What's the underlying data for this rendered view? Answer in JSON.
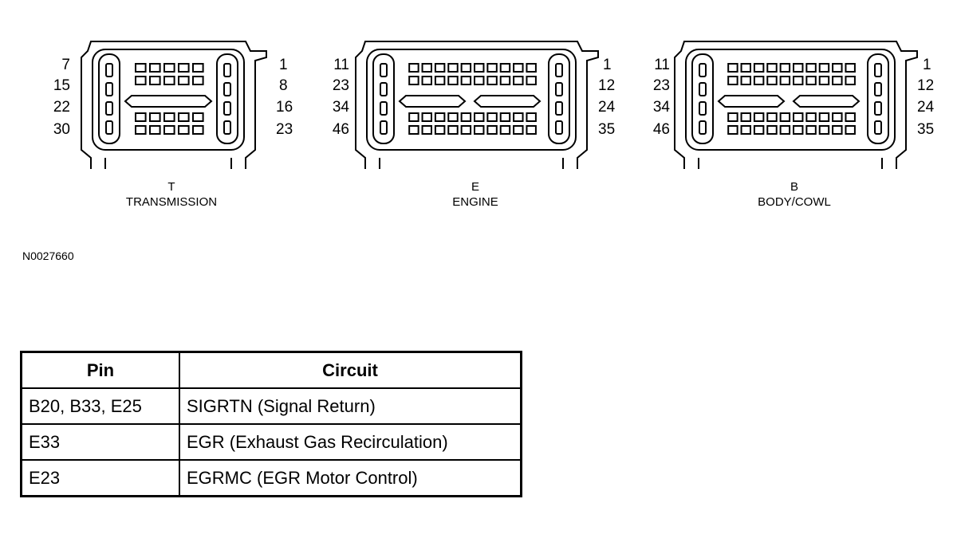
{
  "connectors": [
    {
      "id": "T",
      "letter": "T",
      "name": "TRANSMISSION",
      "left_pins": [
        "7",
        "15",
        "22",
        "30"
      ],
      "right_pins": [
        "1",
        "8",
        "16",
        "23"
      ]
    },
    {
      "id": "E",
      "letter": "E",
      "name": "ENGINE",
      "left_pins": [
        "11",
        "23",
        "34",
        "46"
      ],
      "right_pins": [
        "1",
        "12",
        "24",
        "35"
      ]
    },
    {
      "id": "B",
      "letter": "B",
      "name": "BODY/COWL",
      "left_pins": [
        "11",
        "23",
        "34",
        "46"
      ],
      "right_pins": [
        "1",
        "12",
        "24",
        "35"
      ]
    }
  ],
  "figure_ref": "N0027660",
  "table": {
    "headers": [
      "Pin",
      "Circuit"
    ],
    "rows": [
      [
        "B20, B33, E25",
        "SIGRTN (Signal Return)"
      ],
      [
        "E33",
        "EGR (Exhaust Gas Recirculation)"
      ],
      [
        "E23",
        "EGRMC (EGR Motor Control)"
      ]
    ]
  }
}
